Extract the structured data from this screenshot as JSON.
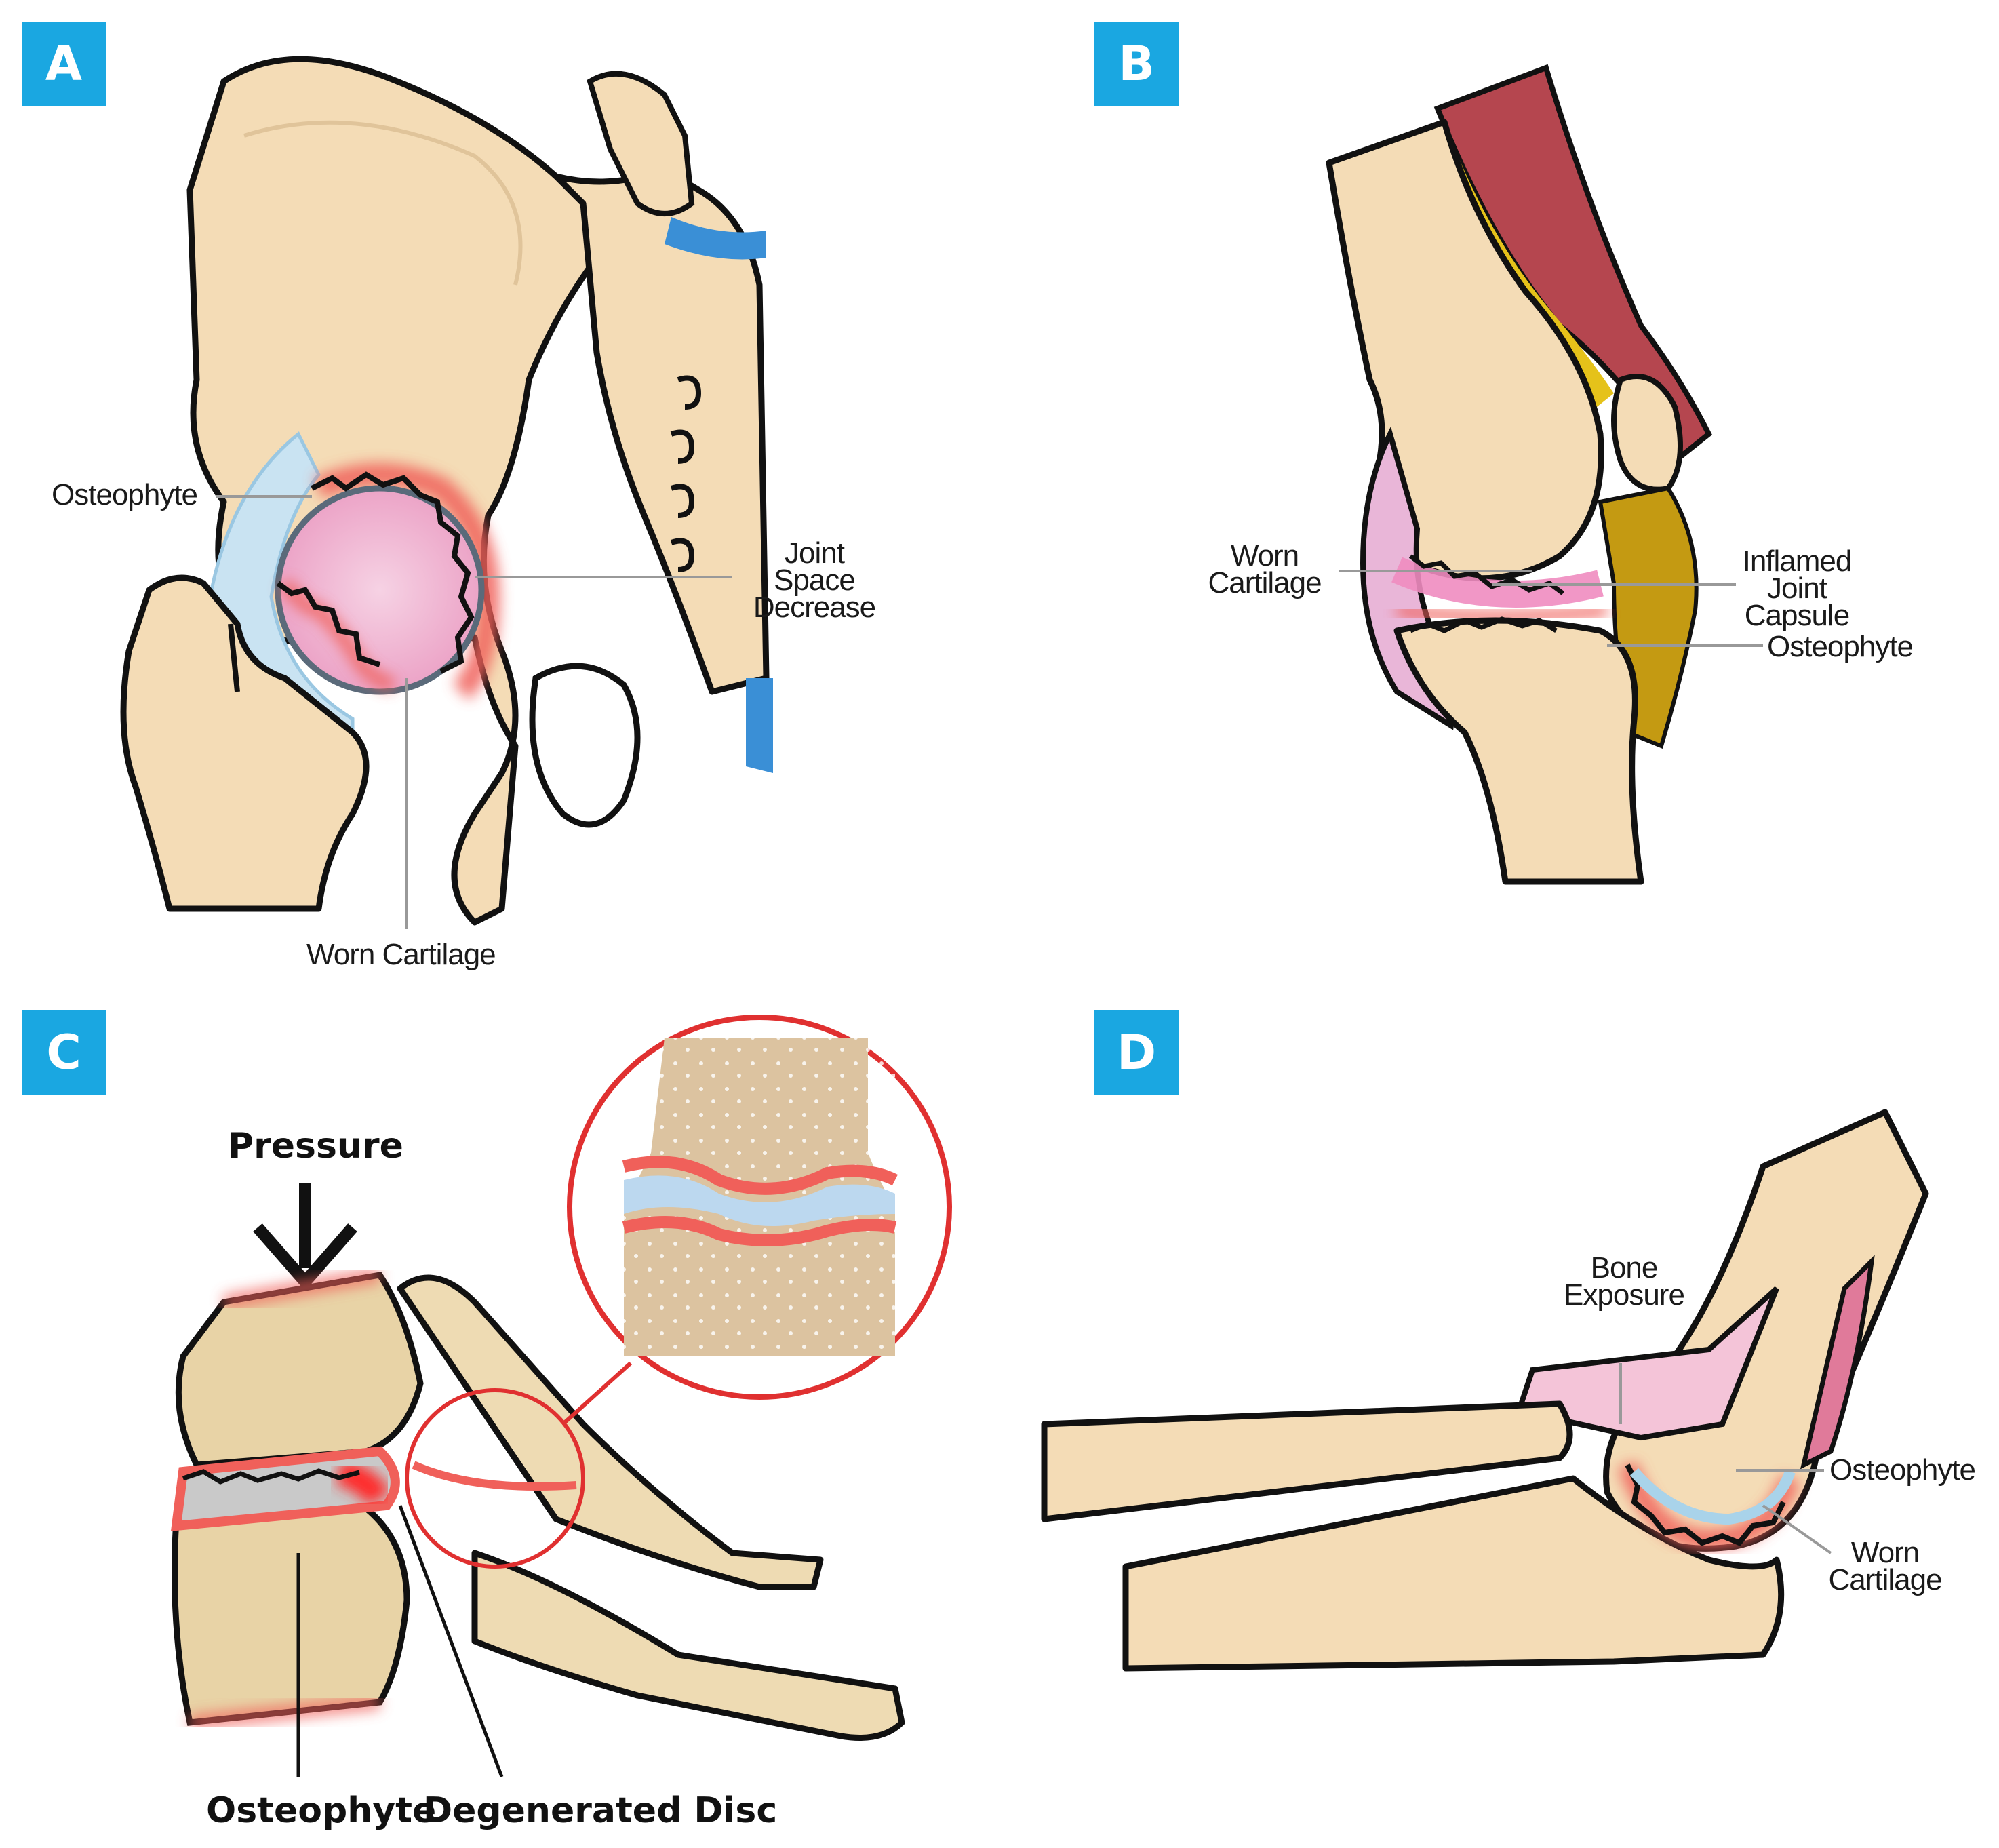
{
  "colors": {
    "badge": "#1aa7e1",
    "bone": "#f4dcb6",
    "bone_shade": "#e8c99a",
    "outline": "#111111",
    "inflamed": "#f0605a",
    "cartilage_blue": "#a9d3ea",
    "cartilage_pink": "#f2a0c6",
    "fat_yellow": "#e5c21a",
    "muscle": "#b5464f"
  },
  "panels": {
    "a": {
      "badge": "A",
      "labels": {
        "osteophyte": "Osteophyte",
        "joint_space": "Joint\nSpace\nDecrease",
        "worn_cartilage": "Worn Cartilage"
      }
    },
    "b": {
      "badge": "B",
      "labels": {
        "worn_cartilage": "Worn\nCartilage",
        "inflamed_capsule": "Inflamed\nJoint\nCapsule",
        "osteophyte": "Osteophyte"
      }
    },
    "c": {
      "badge": "C",
      "labels": {
        "pressure": "Pressure",
        "osteophyte": "Osteophyte",
        "degenerated_disc": "Degenerated Disc"
      }
    },
    "d": {
      "badge": "D",
      "labels": {
        "bone_exposure": "Bone\nExposure",
        "osteophyte": "Osteophyte",
        "worn_cartilage": "Worn\nCartilage"
      }
    }
  }
}
